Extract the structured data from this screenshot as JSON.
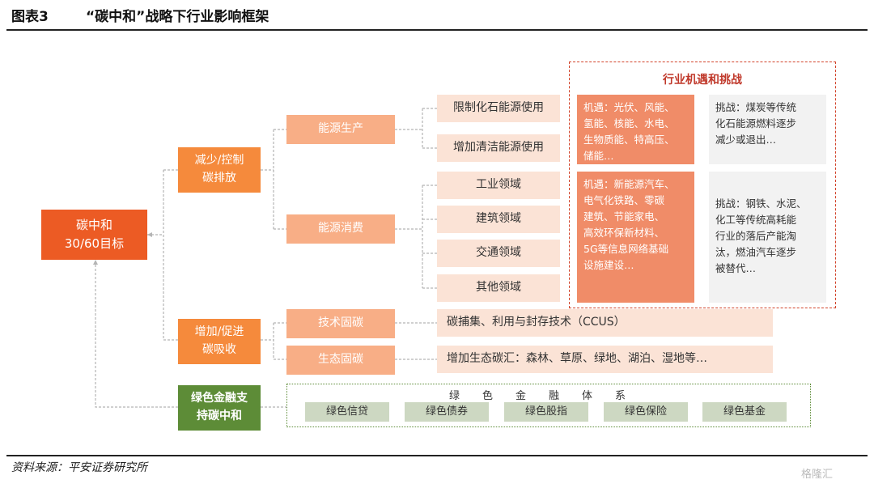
{
  "header": {
    "figure_no": "图表3",
    "title": "“碳中和”战略下行业影响框架"
  },
  "root": {
    "line1": "碳中和",
    "line2": "30/60目标"
  },
  "level1": {
    "reduce": {
      "line1": "减少/控制",
      "line2": "碳排放"
    },
    "increase": {
      "line1": "增加/促进",
      "line2": "碳吸收"
    },
    "green": {
      "line1": "绿色金融支",
      "line2": "持碳中和"
    }
  },
  "level2": {
    "energy_production": "能源生产",
    "energy_consumption": "能源消费",
    "tech_sink": "技术固碳",
    "eco_sink": "生态固碳"
  },
  "leaves": {
    "limit_fossil": "限制化石能源使用",
    "increase_clean": "增加清洁能源使用",
    "industry": "工业领域",
    "building": "建筑领域",
    "transport": "交通领域",
    "other": "其他领域",
    "ccus": "碳捕集、利用与封存技术（CCUS）",
    "eco_sink_detail": "增加生态碳汇：森林、草原、绿地、湖泊、湿地等…"
  },
  "opportunities": {
    "title": "行业机遇和挑战",
    "opp1": [
      "机遇：光伏、风能、",
      "氢能、核能、水电、",
      "生物质能、特高压、",
      "储能…"
    ],
    "chal1": [
      "挑战：煤炭等传统",
      "化石能源燃料逐步",
      "减少或退出…"
    ],
    "opp2": [
      "机遇：新能源汽车、",
      "电气化铁路、零碳",
      "建筑、节能家电、",
      "高效环保新材料、",
      "5G等信息网络基础",
      "设施建设…"
    ],
    "chal2": [
      "挑战：钢铁、水泥、",
      "化工等传统高耗能",
      "行业的落后产能淘",
      "汰，燃油汽车逐步",
      "被替代…"
    ]
  },
  "green_finance": {
    "title": "绿色金融体系",
    "items": [
      "绿色信贷",
      "绿色债券",
      "绿色股指",
      "绿色保险",
      "绿色基金"
    ]
  },
  "footer": {
    "source": "资料来源：平安证券研究所",
    "watermark": "格隆汇"
  },
  "colors": {
    "root": "#ec5b24",
    "level1": "#f58a3c",
    "level2": "#f8ae86",
    "leaf": "#fbe3d6",
    "green": "#5d8c37",
    "opp_red": "#d2432a",
    "challenge_bg": "#f2f2f2",
    "finance_item": "#cdd8c2"
  }
}
